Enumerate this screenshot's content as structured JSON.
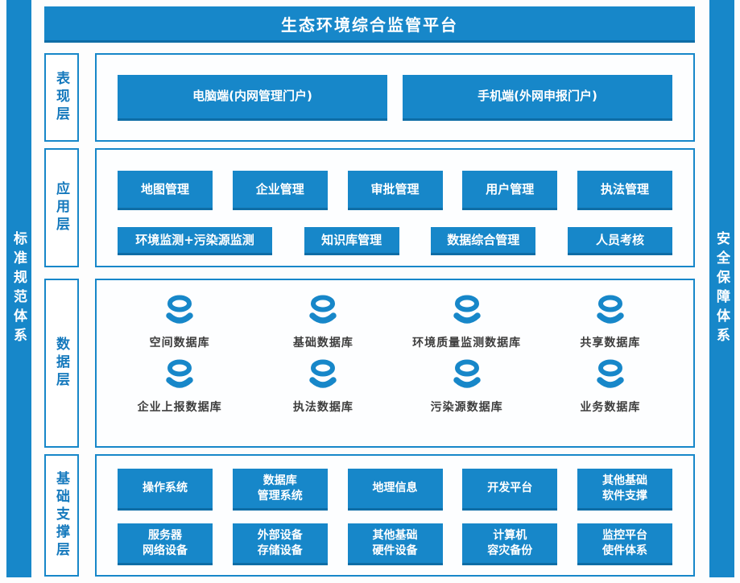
{
  "platform_title": "生态环境综合监管平台",
  "frameworks": {
    "left": "标准规范体系",
    "right": "安全保障体系"
  },
  "presentation": {
    "label": "表现层",
    "portals": [
      "电脑端(内网管理门户)",
      "手机端(外网申报门户)"
    ]
  },
  "application": {
    "label": "应用层",
    "row1": [
      "地图管理",
      "企业管理",
      "审批管理",
      "用户管理",
      "执法管理"
    ],
    "row2": [
      "环境监测+污染源监测",
      "知识库管理",
      "数据综合管理",
      "人员考核"
    ]
  },
  "data_layer": {
    "label": "数据层",
    "row1": [
      "空间数据库",
      "基础数据库",
      "环境质量监测数据库",
      "共享数据库"
    ],
    "row2": [
      "企业上报数据库",
      "执法数据库",
      "污染源数据库",
      "业务数据库"
    ]
  },
  "foundation": {
    "label": "基础支撑层",
    "row1": [
      "操作系统",
      "数据库\n管理系统",
      "地理信息",
      "开发平台",
      "其他基础\n软件支撑"
    ],
    "row2": [
      "服务器\n网络设备",
      "外部设备\n存储设备",
      "其他基础\n硬件设备",
      "计算机\n容灾备份",
      "监控平台\n使件体系"
    ]
  },
  "icons": {
    "database": "database-icon"
  },
  "colors": {
    "primary_blue": "#1787c9",
    "dark_edge": "#0e6da6",
    "panel_bg": "#fdfeff",
    "label_text_blue": "#1579bd",
    "db_label_text": "#3d3d3d"
  }
}
